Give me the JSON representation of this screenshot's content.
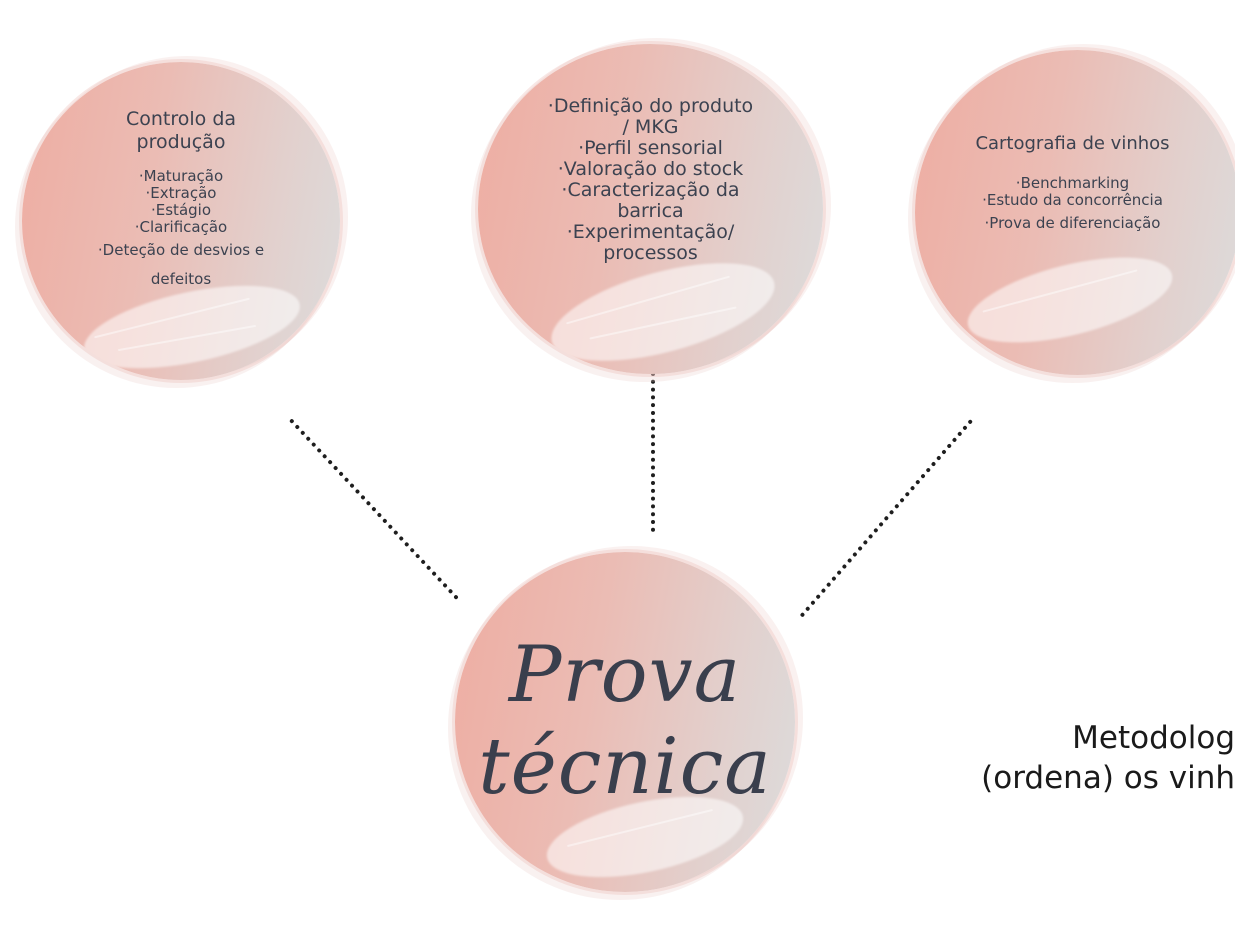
{
  "circles": {
    "left": {
      "title": "Controlo da produção",
      "items": [
        "·Maturação",
        "·Extração",
        "·Estágio",
        "·Clarificação",
        "·Deteção de desvios e",
        "defeitos"
      ]
    },
    "middle": {
      "items": [
        "·Definição do produto",
        "/ MKG",
        "·Perfil sensorial",
        "·Valoração do stock",
        "·Caracterização da",
        "barrica",
        "·Experimentação/",
        "processos"
      ]
    },
    "right": {
      "title": "Cartografia de vinhos",
      "items": [
        "·Benchmarking",
        "·Estudo da concorrência",
        "·Prova de diferenciação"
      ]
    },
    "bottom": {
      "line1": "Prova",
      "line2": "técnica"
    }
  },
  "footer": {
    "line1": "Metodolog",
    "line2": "(ordena) os vinh"
  },
  "colors": {
    "blob_start": "#eeada2",
    "blob_end": "#dcdcdc",
    "text": "#3c4250",
    "dots": "#1e1e1e"
  }
}
